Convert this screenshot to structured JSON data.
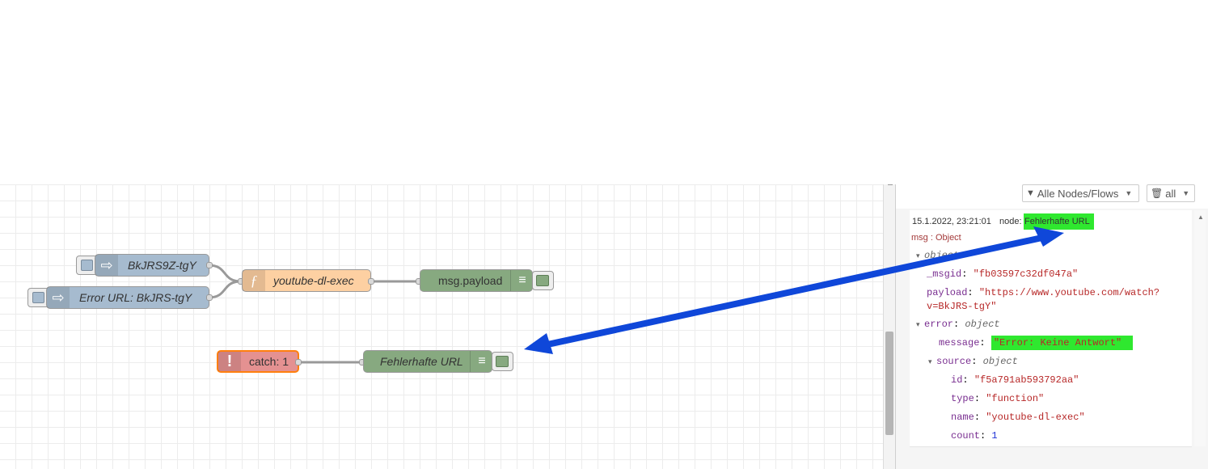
{
  "canvas": {
    "nodes": {
      "inject1": {
        "label": "BkJRS9Z-tgY"
      },
      "inject2": {
        "label": "Error URL: BkJRS-tgY"
      },
      "function": {
        "label": "youtube-dl-exec",
        "icon": "ƒ"
      },
      "debug1": {
        "label": "msg.payload"
      },
      "catch": {
        "label": "catch: 1",
        "icon": "!"
      },
      "debug2": {
        "label": "Fehlerhafte URL"
      }
    }
  },
  "sidebar": {
    "filter_label": "Alle Nodes/Flows",
    "clear_label": "all",
    "message": {
      "timestamp": "15.1.2022, 23:21:01",
      "node_label": "node:",
      "node_value": "Fehlerhafte URL",
      "msg_type": "msg : Object",
      "root_type": "object",
      "msgid_key": "_msgid",
      "msgid_val": "\"fb03597c32df047a\"",
      "payload_key": "payload",
      "payload_val1": "\"https://www.youtube.com/watch?",
      "payload_val2": "v=BkJRS-tgY\"",
      "error_key": "error",
      "error_type": "object",
      "message_key": "message",
      "message_val": "\"Error: Keine Antwort\"",
      "source_key": "source",
      "source_type": "object",
      "id_key": "id",
      "id_val": "\"f5a791ab593792aa\"",
      "type_key": "type",
      "type_val": "\"function\"",
      "name_key": "name",
      "name_val": "\"youtube-dl-exec\"",
      "count_key": "count",
      "count_val": "1"
    }
  },
  "colors": {
    "inject": "#a6bbcf",
    "function": "#fdd0a2",
    "debug": "#87a980",
    "catch": "#e49191",
    "highlight": "#2fe82f",
    "annotation": "#0f47d9"
  },
  "icons": {
    "inject": "arrow-right-icon",
    "function": "function-icon",
    "debug": "list-icon",
    "catch": "exclamation-icon",
    "filter": "filter-icon",
    "clear": "trash-icon"
  }
}
